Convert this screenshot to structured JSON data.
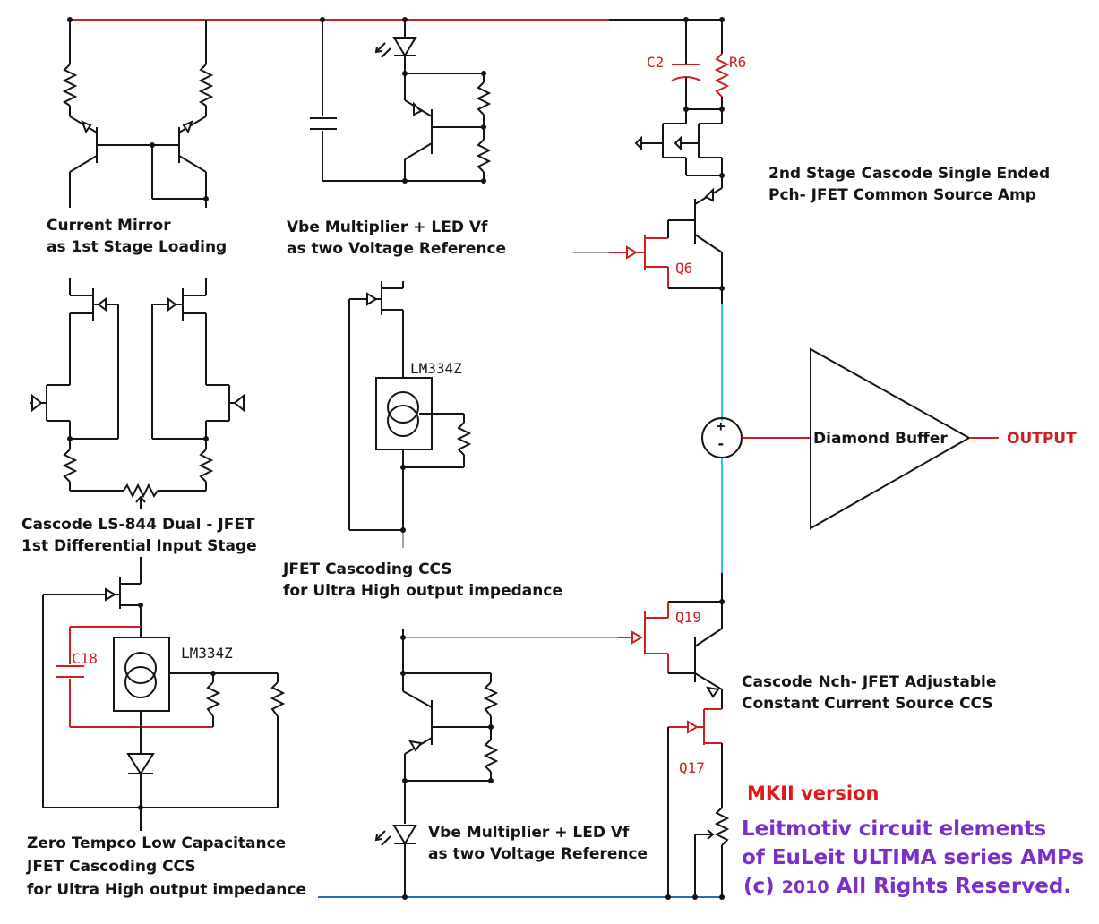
{
  "labels": {
    "current_mirror_1": "Current Mirror",
    "current_mirror_2": "as 1st Stage Loading",
    "vbe_top_1": "Vbe Multiplier + LED Vf",
    "vbe_top_2": "as two  Voltage Reference",
    "second_stage_1": "2nd Stage Cascode Single Ended",
    "second_stage_2": "Pch- JFET Common Source Amp",
    "cascode_input_1": "Cascode LS-844 Dual - JFET",
    "cascode_input_2": "1st Differential  Input  Stage",
    "jfet_ccs_mid_1": "JFET Cascoding CCS",
    "jfet_ccs_mid_2": "for Ultra High output impedance",
    "ccs_nch_1": "Cascode Nch- JFET Adjustable",
    "ccs_nch_2": "Constant  Current  Source  CCS",
    "zero_tempco_1": "Zero Tempco Low Capacitance",
    "zero_tempco_2": "JFET Cascoding CCS",
    "zero_tempco_3": "for Ultra High output impedance",
    "vbe_bottom_1": "Vbe Multiplier + LED Vf",
    "vbe_bottom_2": "as two  Voltage Reference",
    "diamond_buffer": "Diamond  Buffer",
    "output": "OUTPUT",
    "mkii": "MKII version",
    "credit_1": "Leitmotiv  circuit elements",
    "credit_2": "of EuLeit ULTIMA series AMPs",
    "credit_3_c": "(c)",
    "credit_3_year": "2010",
    "credit_3_rest": "All Rights Reserved."
  },
  "components": {
    "c2": "C2",
    "r6": "R6",
    "q6": "Q6",
    "q19": "Q19",
    "q17": "Q17",
    "c18": "C18",
    "lm334_mid": "LM334Z",
    "lm334_bottom": "LM334Z",
    "plus": "+",
    "minus": "-"
  },
  "colors": {
    "wire": "#141414",
    "rail_positive": "#cc1f1f",
    "rail_negative": "#1f6fb8",
    "signal_cyan": "#2bc4d8",
    "highlight_red": "#cc1f1f",
    "credit_purple": "#7a2fc8"
  }
}
